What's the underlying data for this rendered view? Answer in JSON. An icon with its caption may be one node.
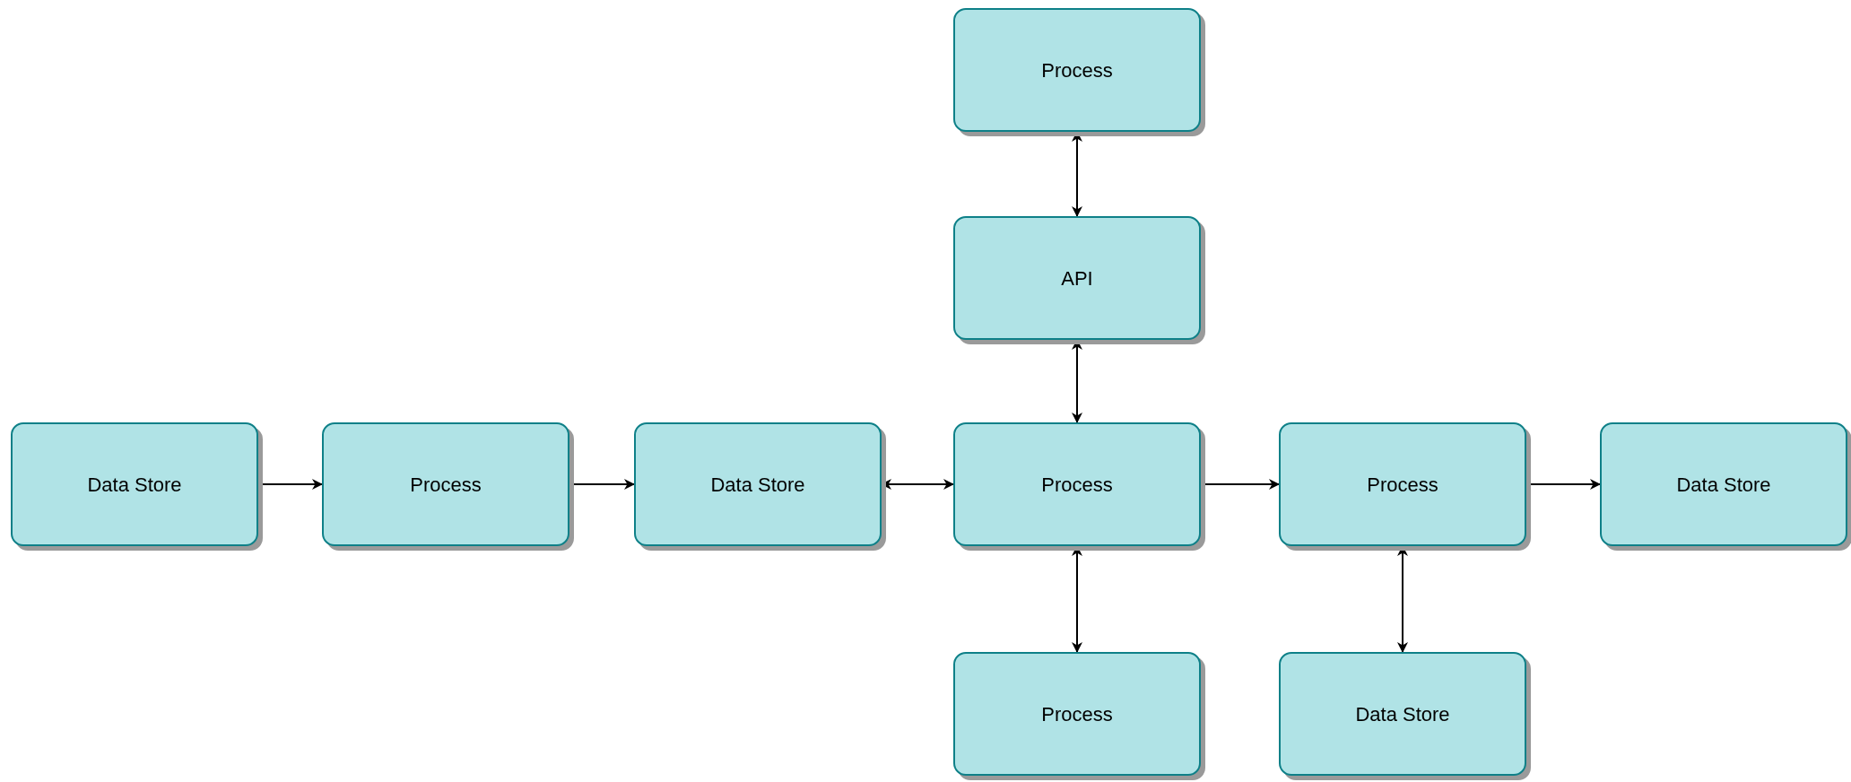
{
  "diagram": {
    "nodes": [
      {
        "text": [
          "Process"
        ]
      },
      {
        "text": [
          "API"
        ]
      },
      {
        "text": [
          "Data Store"
        ]
      },
      {
        "text": [
          "Process"
        ]
      },
      {
        "text": [
          "Data Store"
        ]
      },
      {
        "text": [
          "Process"
        ]
      },
      {
        "text": [
          "Process"
        ]
      },
      {
        "text": [
          "Data Store"
        ]
      },
      {
        "text": [
          "Process"
        ]
      },
      {
        "text": [
          "Data Store"
        ]
      }
    ],
    "edges": [
      {
        "from": 0,
        "to": 1,
        "arrow": "both"
      },
      {
        "from": 1,
        "to": 5,
        "arrow": "both"
      },
      {
        "from": 2,
        "to": 3,
        "arrow": "to"
      },
      {
        "from": 3,
        "to": 4,
        "arrow": "to"
      },
      {
        "from": 4,
        "to": 5,
        "arrow": "both"
      },
      {
        "from": 5,
        "to": 6,
        "arrow": "to"
      },
      {
        "from": 6,
        "to": 7,
        "arrow": "to"
      },
      {
        "from": 5,
        "to": 8,
        "arrow": "both"
      },
      {
        "from": 6,
        "to": 9,
        "arrow": "both"
      }
    ]
  }
}
